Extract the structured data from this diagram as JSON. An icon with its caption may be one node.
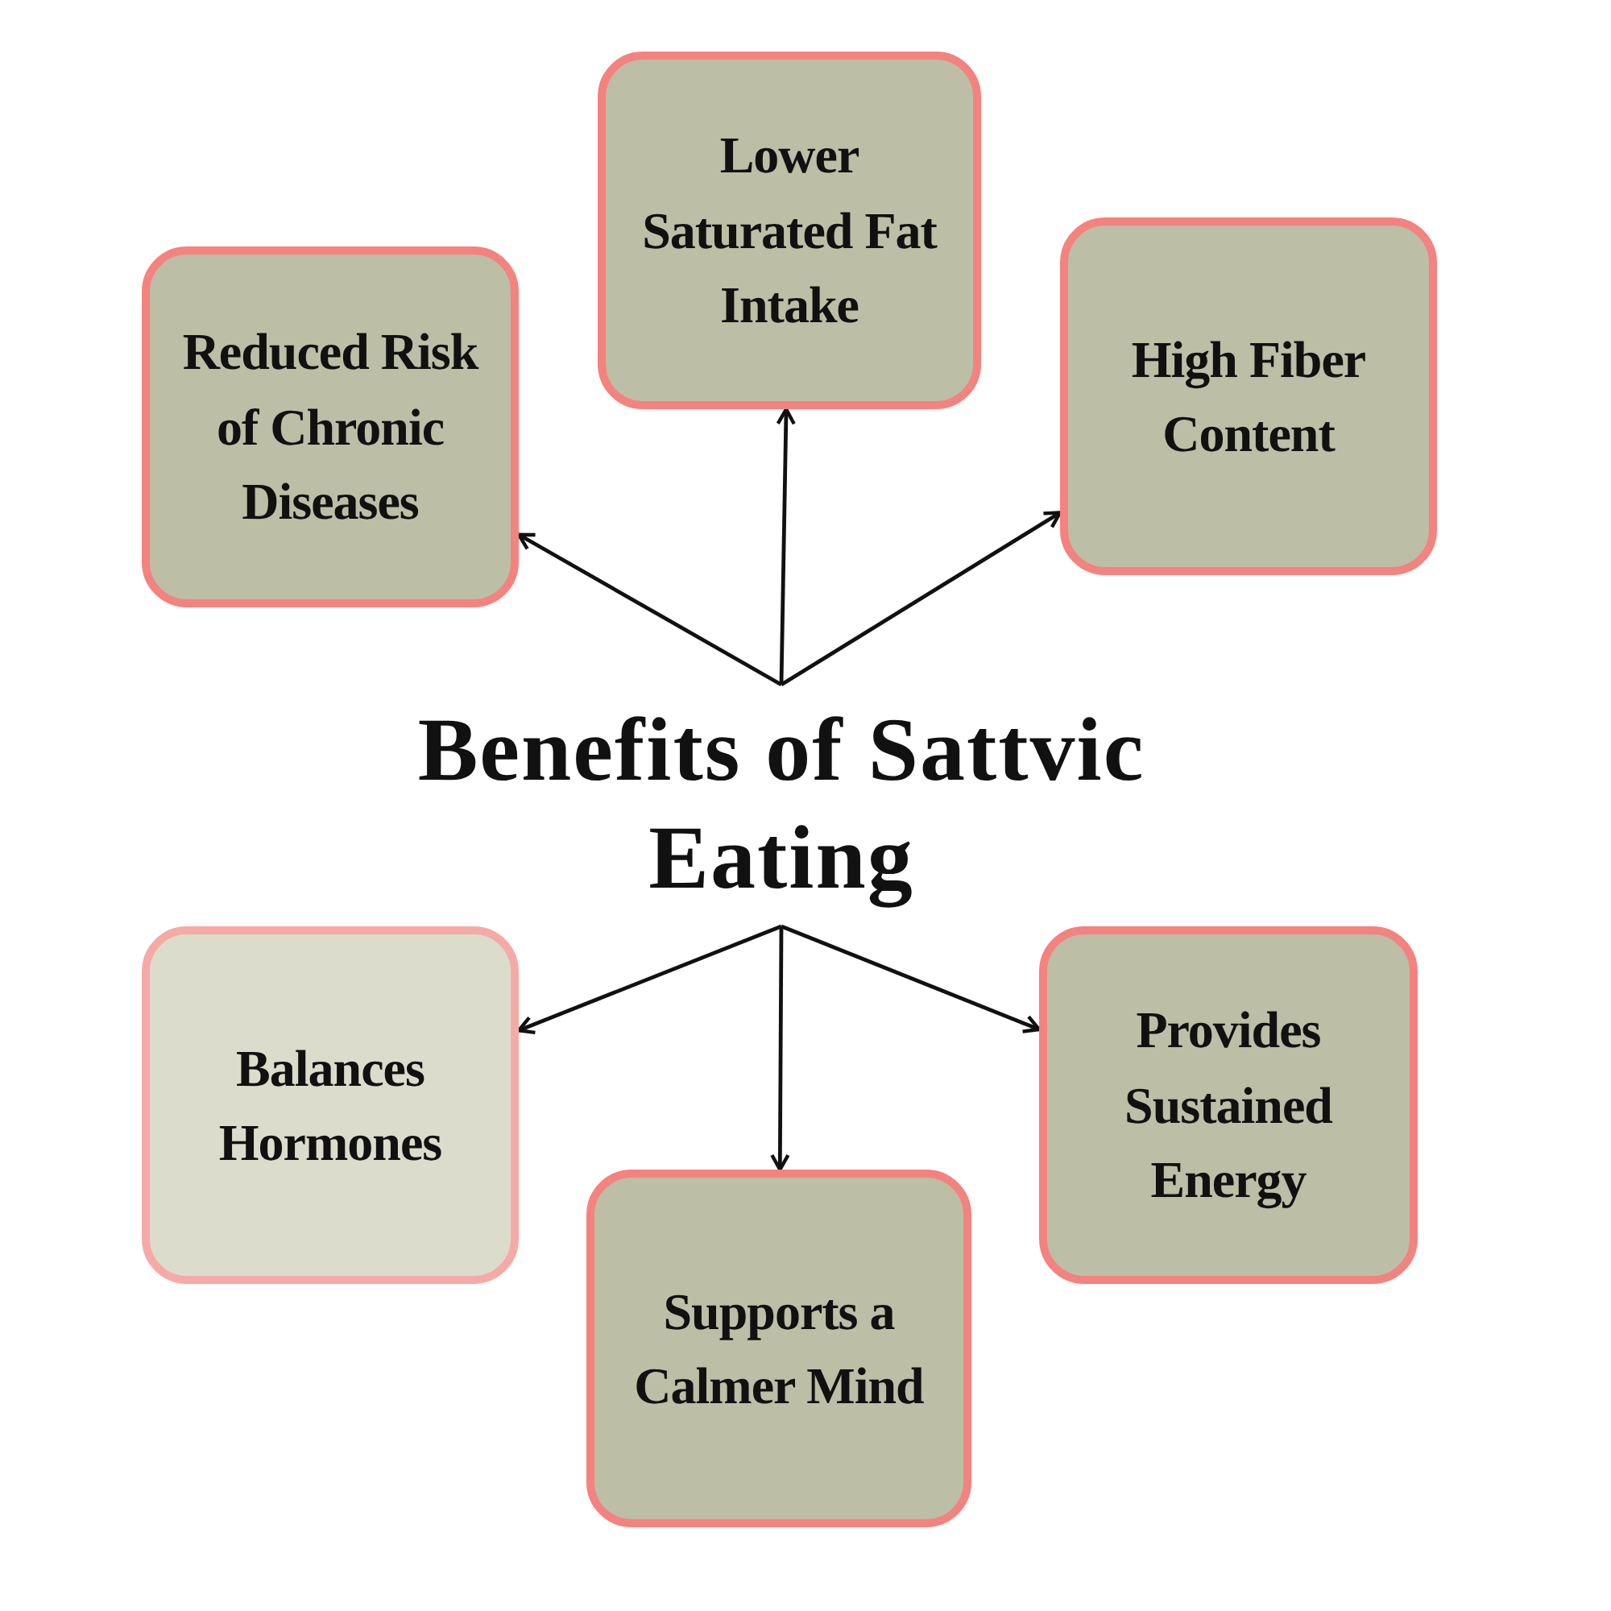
{
  "diagram": {
    "nodes": [
      {
        "text": [
          "Benefits of Sattvic Eating"
        ]
      },
      {
        "text": [
          "Lower Saturated Fat Intake"
        ]
      },
      {
        "text": [
          "Reduced Risk of Chronic Diseases"
        ]
      },
      {
        "text": [
          "High Fiber Content"
        ]
      },
      {
        "text": [
          "Balances Hormones"
        ]
      },
      {
        "text": [
          "Provides Sustained Energy"
        ]
      },
      {
        "text": [
          "Supports a Calmer Mind"
        ]
      }
    ],
    "edges": [
      {
        "from": 0,
        "to": 2,
        "arrow": "to"
      },
      {
        "from": 0,
        "to": 1,
        "arrow": "to"
      },
      {
        "from": 0,
        "to": 3,
        "arrow": "to"
      },
      {
        "from": 0,
        "to": 4,
        "arrow": "to"
      },
      {
        "from": 0,
        "to": 6,
        "arrow": "to"
      },
      {
        "from": 0,
        "to": 5,
        "arrow": "to"
      }
    ]
  }
}
